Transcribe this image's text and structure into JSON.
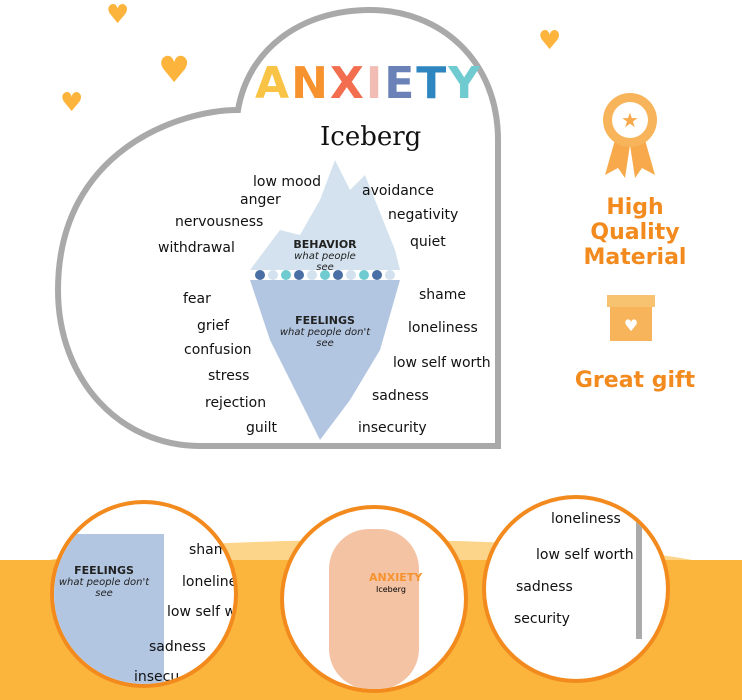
{
  "heart": {
    "title_letters": [
      "A",
      "N",
      "X",
      "I",
      "E",
      "T",
      "Y"
    ],
    "title_colors": [
      "#f9c445",
      "#f7932e",
      "#f26e4f",
      "#f0bcb3",
      "#6a82b8",
      "#2e86c1",
      "#6fcbcf"
    ],
    "subtitle": "Iceberg",
    "behavior": {
      "label": "BEHAVIOR",
      "caption": "what people see"
    },
    "feelings": {
      "label": "FEELINGS",
      "caption": "what people don't see"
    },
    "left_top": [
      "low mood",
      "anger",
      "nervousness",
      "withdrawal"
    ],
    "right_top": [
      "avoidance",
      "negativity",
      "quiet"
    ],
    "left_bottom": [
      "fear",
      "grief",
      "confusion",
      "stress",
      "rejection",
      "guilt"
    ],
    "right_bottom": [
      "shame",
      "loneliness",
      "low self worth",
      "sadness",
      "insecurity"
    ]
  },
  "features": [
    {
      "label": "High Quality Material",
      "icon": "award-ribbon-icon"
    },
    {
      "label": "Great gift",
      "icon": "gift-box-icon"
    }
  ],
  "zoom_left": {
    "label": "FEELINGS",
    "caption": "what people don't see",
    "words": [
      "shame",
      "loneliness",
      "low self wo",
      "sadness",
      "insecu"
    ]
  },
  "zoom_middle": {
    "title": "ANXIETY",
    "subtitle": "Iceberg"
  },
  "zoom_right": {
    "words": [
      "loneliness",
      "low self worth",
      "sadness",
      "security"
    ]
  }
}
